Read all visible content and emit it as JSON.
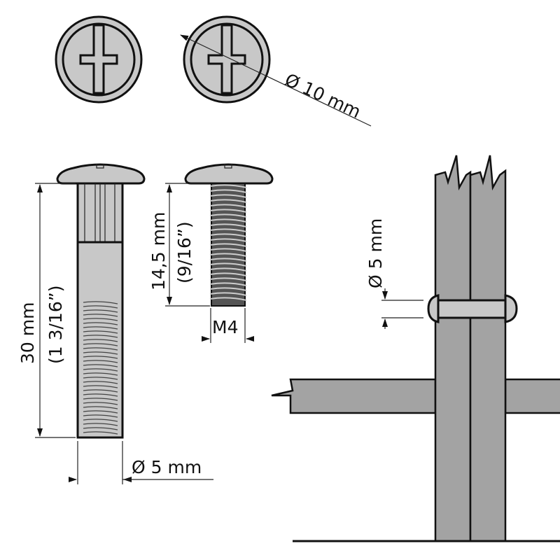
{
  "labels": {
    "head_diameter": "Ø 10 mm",
    "long_length_mm": "30 mm",
    "long_length_in": "(1 3/16”)",
    "long_diameter": "Ø 5 mm",
    "short_length_mm": "14,5 mm",
    "short_length_in": "(9/16”)",
    "short_thread": "M4",
    "installed_diameter": "Ø 5 mm"
  },
  "colors": {
    "metal": "#c8c8c8",
    "wood": "#a3a3a3",
    "outline": "#111111"
  }
}
